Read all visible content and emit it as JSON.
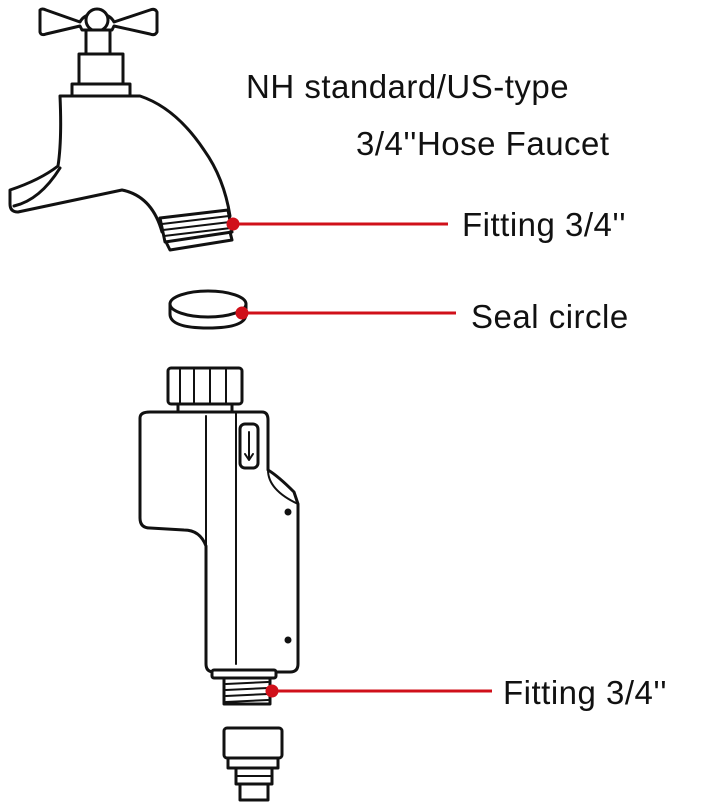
{
  "title": {
    "line1": "NH standard/US-type",
    "line2": "3/4''Hose Faucet"
  },
  "callouts": {
    "fitting_top": "Fitting 3/4''",
    "seal": "Seal circle",
    "fitting_bottom": "Fitting 3/4''"
  },
  "colors": {
    "leader": "#d0101a",
    "ink": "#111111",
    "background": "#ffffff"
  }
}
